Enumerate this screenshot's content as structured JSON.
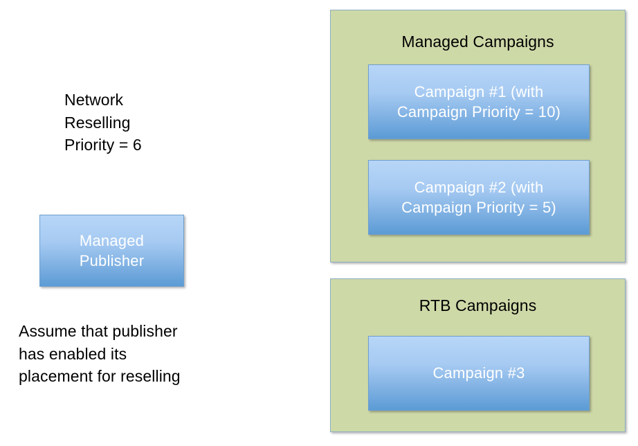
{
  "notes": {
    "network_priority": "Network\nReselling\nPriority = 6",
    "reselling_assumption": "Assume that publisher\nhas enabled its\nplacement for reselling"
  },
  "publisher": {
    "label": "Managed\nPublisher"
  },
  "groups": [
    {
      "id": "managed-campaigns",
      "title": "Managed Campaigns",
      "campaigns": [
        {
          "id": "campaign-1",
          "label": "Campaign #1 (with\nCampaign Priority = 10)"
        },
        {
          "id": "campaign-2",
          "label": "Campaign #2 (with\nCampaign Priority = 5)"
        }
      ]
    },
    {
      "id": "rtb-campaigns",
      "title": "RTB Campaigns",
      "campaigns": [
        {
          "id": "campaign-3",
          "label": "Campaign #3"
        }
      ]
    }
  ],
  "colors": {
    "background": "#ffffff",
    "group_fill": "#ced9a8",
    "group_border": "#8cadc4",
    "box_gradient_top": "#b7d6f7",
    "box_gradient_bottom": "#5b9bd5",
    "box_border": "#6e9fce",
    "box_text": "#ffffff",
    "note_text": "#000000"
  }
}
